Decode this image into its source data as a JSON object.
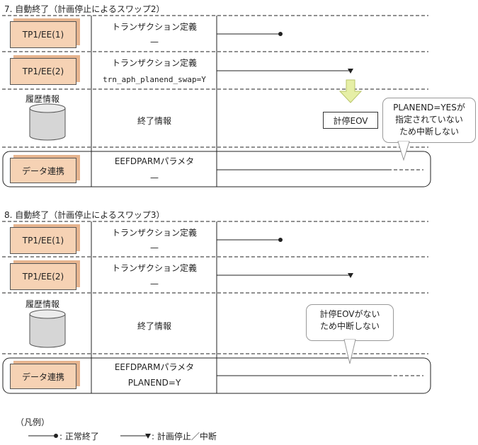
{
  "sections": [
    {
      "title": "7. 自動終了（計画停止によるスワップ2）",
      "rows": [
        {
          "box": "TP1/EE(1)",
          "label": "トランザクション定義",
          "value": "—"
        },
        {
          "box": "TP1/EE(2)",
          "label": "トランザクション定義",
          "value": "trn_aph_planend_swap=Y"
        },
        {
          "box": "履歴情報",
          "label": "終了情報"
        },
        {
          "box": "データ連携",
          "label": "EEFDPARMパラメタ",
          "value": "—"
        }
      ],
      "eov_label": "計停EOV",
      "callout": [
        "PLANEND=YESが",
        "指定されていない",
        "ため中断しない"
      ]
    },
    {
      "title": "8. 自動終了（計画停止によるスワップ3）",
      "rows": [
        {
          "box": "TP1/EE(1)",
          "label": "トランザクション定義",
          "value": "—"
        },
        {
          "box": "TP1/EE(2)",
          "label": "トランザクション定義",
          "value": "—"
        },
        {
          "box": "履歴情報",
          "label": "終了情報"
        },
        {
          "box": "データ連携",
          "label": "EEFDPARMパラメタ",
          "value": "PLANEND=Y"
        }
      ],
      "callout": [
        "計停EOVがない",
        "ため中断しない"
      ]
    }
  ],
  "legend": {
    "title": "（凡例）",
    "normal_end": ": 正常終了",
    "planned_stop": ": 計画停止／中断"
  },
  "colors": {
    "box_fill": "#f6d2b4",
    "arrow_fill": "#e6efa6",
    "line": "#222222"
  }
}
